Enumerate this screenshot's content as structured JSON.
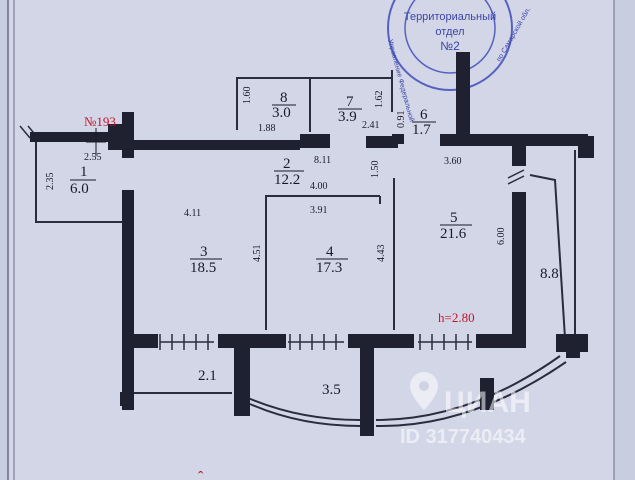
{
  "stamp": {
    "line1": "Территориальный",
    "line2": "отдел",
    "line3": "№2",
    "ring_left": "Управление Федеральной",
    "ring_right": "по Самарской обл."
  },
  "plan_number": "№193",
  "rooms": [
    {
      "id": "1",
      "number": "1",
      "area": "6.0"
    },
    {
      "id": "2",
      "number": "2",
      "area": "12.2"
    },
    {
      "id": "3",
      "number": "3",
      "area": "18.5"
    },
    {
      "id": "4",
      "number": "4",
      "area": "17.3"
    },
    {
      "id": "5",
      "number": "5",
      "area": "21.6"
    },
    {
      "id": "6",
      "number": "6",
      "area": "1.7"
    },
    {
      "id": "7",
      "number": "7",
      "area": "3.9"
    },
    {
      "id": "8",
      "number": "8",
      "area": "3.0"
    }
  ],
  "balconies": [
    "2.1",
    "3.5",
    "8.8"
  ],
  "dimensions": {
    "d_160": "1.60",
    "d_162": "1.62",
    "d_188": "1.88",
    "d_241": "2.41",
    "d_091": "0.91",
    "d_255": "2.55",
    "d_235": "2.35",
    "d_811": "8.11",
    "d_150": "1.50",
    "d_360": "3.60",
    "d_400": "4.00",
    "d_411": "4.11",
    "d_391": "3.91",
    "d_451": "4.51",
    "d_443": "4.43",
    "d_600": "6.00"
  },
  "ceiling_height": "h=2.80",
  "watermark": {
    "brand": "ЦИАН",
    "id_text": "ID 317740434"
  }
}
